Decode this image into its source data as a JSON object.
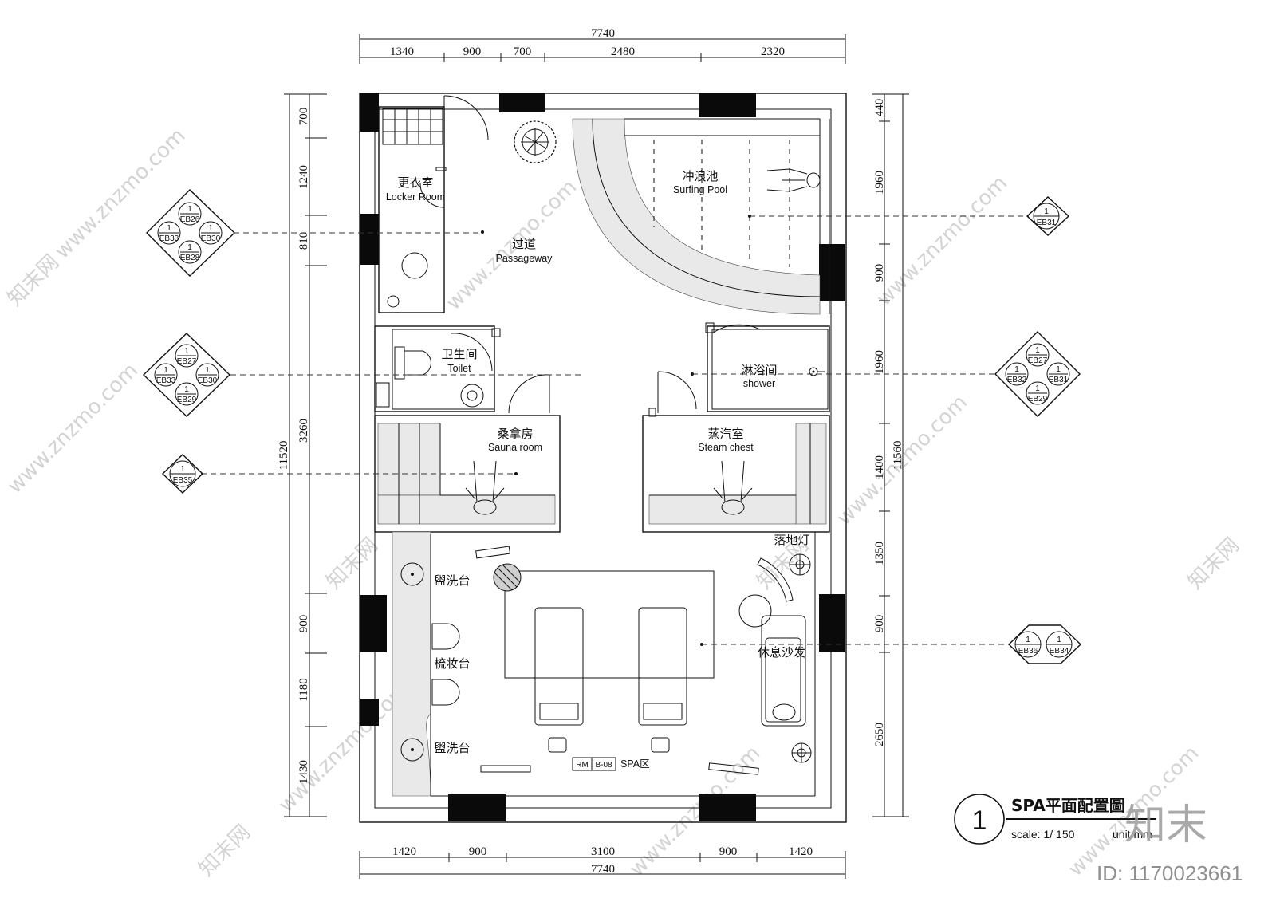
{
  "dimensions": {
    "top_total": "7740",
    "top_segments": [
      "1340",
      "900",
      "700",
      "2480",
      "2320"
    ],
    "bottom_total": "7740",
    "bottom_segments": [
      "1420",
      "900",
      "3100",
      "900",
      "1420"
    ],
    "left_total": "11520",
    "left_segments": [
      "700",
      "1240",
      "810",
      "3260",
      "900",
      "1180",
      "1430"
    ],
    "right_total": "11560",
    "right_segments": [
      "440",
      "1960",
      "900",
      "1960",
      "1400",
      "1350",
      "900",
      "2650"
    ]
  },
  "rooms": {
    "locker": {
      "cn": "更衣室",
      "en": "Locker Room"
    },
    "passage": {
      "cn": "过道",
      "en": "Passageway"
    },
    "surf": {
      "cn": "冲浪池",
      "en": "Surfing Pool"
    },
    "toilet": {
      "cn": "卫生间",
      "en": "Toilet"
    },
    "shower": {
      "cn": "淋浴间",
      "en": "shower"
    },
    "sauna": {
      "cn": "桑拿房",
      "en": "Sauna room"
    },
    "steam": {
      "cn": "蒸汽室",
      "en": "Steam chest"
    },
    "floor_lamp": {
      "cn": "落地灯"
    },
    "basin_top": {
      "cn": "盥洗台"
    },
    "dresser": {
      "cn": "梳妆台"
    },
    "basin_bottom": {
      "cn": "盥洗台"
    },
    "sofa": {
      "cn": "休息沙发"
    }
  },
  "room_tag": {
    "rm": "RM",
    "code": "B-08",
    "name": "SPA区"
  },
  "elevation_markers": {
    "left_top": {
      "n": [
        "1",
        "1",
        "1",
        "1"
      ],
      "codes": [
        "EB26",
        "EB33",
        "EB30",
        "EB28"
      ]
    },
    "left_mid": {
      "n": [
        "1",
        "1",
        "1",
        "1"
      ],
      "codes": [
        "EB27",
        "EB33",
        "EB30",
        "EB29"
      ]
    },
    "left_sauna": {
      "n": [
        "1"
      ],
      "codes": [
        "EB35"
      ]
    },
    "right_top": {
      "n": [
        "1"
      ],
      "codes": [
        "EB31"
      ]
    },
    "right_mid": {
      "n": [
        "1",
        "1",
        "1",
        "1"
      ],
      "codes": [
        "EB27",
        "EB32",
        "EB31",
        "EB29"
      ]
    },
    "right_sofa": {
      "n": [
        "1",
        "1"
      ],
      "codes": [
        "EB36",
        "EB34"
      ]
    }
  },
  "title_block": {
    "number": "1",
    "title": "SPA平面配置圖",
    "scale": "scale: 1/ 150",
    "unit": "unit:mm"
  },
  "watermark": {
    "brand_cn": "知末",
    "id": "ID: 1170023661",
    "site": "www.znzmo.com",
    "site_cn": "知末网"
  }
}
